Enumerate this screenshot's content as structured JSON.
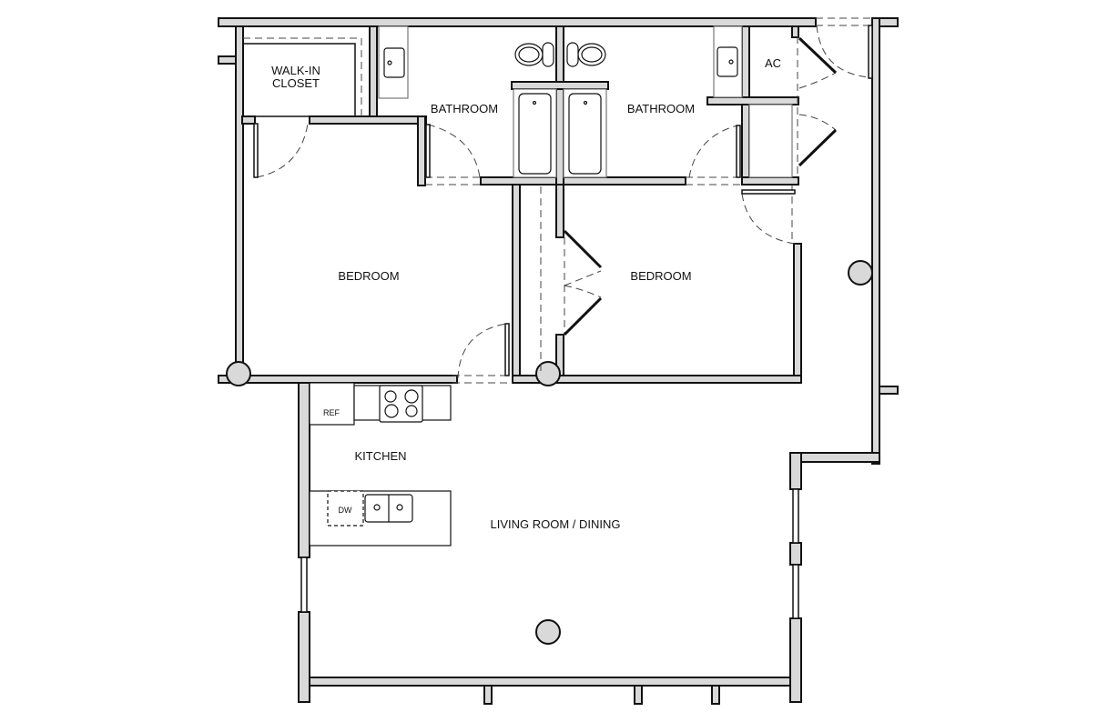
{
  "plan": {
    "colors": {
      "wall_fill": "#d9d9d9",
      "line": "#111111",
      "background": "#ffffff",
      "dash": "#333333"
    },
    "rooms": {
      "walkin_closet": "WALK-IN\nCLOSET",
      "bathroom_left": "BATHROOM",
      "bathroom_right": "BATHROOM",
      "ac": "AC",
      "bedroom_left": "BEDROOM",
      "bedroom_right": "BEDROOM",
      "kitchen": "KITCHEN",
      "living_dining": "LIVING ROOM / DINING"
    },
    "fixtures": {
      "refrigerator": "REF",
      "dishwasher": "DW"
    }
  }
}
